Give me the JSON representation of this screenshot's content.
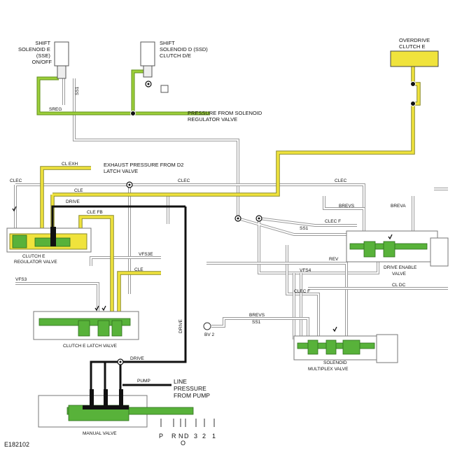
{
  "figure_id": "E182102",
  "labels": {
    "shift_solenoid_e": [
      "SHIFT",
      "SOLENOID E",
      "(SSE)",
      "ON/OFF"
    ],
    "shift_solenoid_d": [
      "SHIFT",
      "SOLENOID D (SSD)",
      "CLUTCH D/E"
    ],
    "overdrive_clutch": [
      "OVERDRIVE",
      "CLUTCH E"
    ],
    "pressure_from_regulator": [
      "PRESSURE FROM SOLENOID",
      "REGULATOR VALVE"
    ],
    "exhaust_pressure": [
      "EXHAUST PRESSURE FROM D2",
      "LATCH VALVE"
    ],
    "line_pressure": [
      "LINE",
      "PRESSURE",
      "FROM PUMP"
    ],
    "sreg": "SREG",
    "ss1": "SS1",
    "cl_exh": "CL EXH",
    "clec": "CLEC",
    "cle": "CLE",
    "drive": "DRIVE",
    "cle_fb": "CLE FB",
    "vfs3e": "VFS3E",
    "vfs3": "VFS3",
    "vfs4": "VFS4",
    "brevs": "BREVS",
    "breva": "BREVA",
    "clec_f": "CLEC F",
    "rev": "REV",
    "cl_dc": "CL DC",
    "bv2": "BV 2",
    "pump": "PUMP",
    "clutch_e_regulator_valve": [
      "CLUTCH E",
      "REGULATOR VALVE"
    ],
    "clutch_e_latch_valve": "CLUTCH E LATCH VALVE",
    "drive_enable_valve": [
      "DRIVE ENABLE",
      "VALVE"
    ],
    "solenoid_multiplex_valve": [
      "SOLENOID",
      "MULTIPLEX VALVE"
    ],
    "manual_valve": "MANUAL VALVE"
  },
  "gear_range": [
    "P",
    "R",
    "N",
    "D",
    "3",
    "2",
    "1"
  ],
  "overdrive_marker": "O",
  "colors": {
    "clutch_apply_fill": "#f0e33c",
    "solenoid_pressure": "#9ccf3a",
    "line_pressure": "#111111",
    "exhaust_passage": "#9a9a9a",
    "valve_spool": "#58b23a"
  }
}
